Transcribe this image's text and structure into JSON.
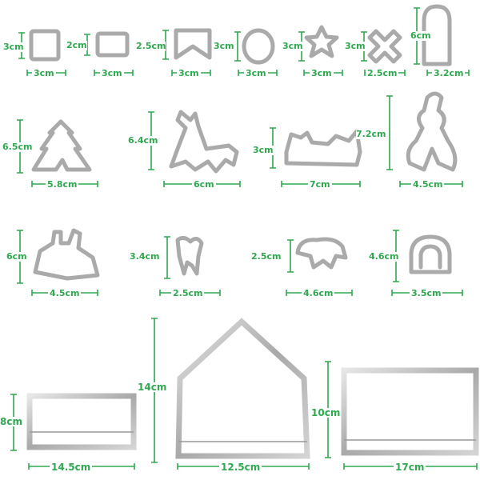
{
  "accent_color": "#2fa84f",
  "cutter_color": "#b8b8b8",
  "items": [
    {
      "name": "square-cutter",
      "height": "3cm",
      "width": "3cm"
    },
    {
      "name": "rectangle-cutter",
      "height": "2cm",
      "width": "3cm"
    },
    {
      "name": "roof-cutter",
      "height": "2.5cm",
      "width": "3cm"
    },
    {
      "name": "round-cutter",
      "height": "3cm",
      "width": "3cm"
    },
    {
      "name": "star-cutter",
      "height": "3cm",
      "width": "3cm"
    },
    {
      "name": "cross-cutter",
      "height": "3cm",
      "width": "2.5cm"
    },
    {
      "name": "arch-door-cutter",
      "height": "6cm",
      "width": "3.2cm"
    },
    {
      "name": "tree-cutter",
      "height": "6.5cm",
      "width": "5.8cm"
    },
    {
      "name": "reindeer-cutter",
      "height": "6.4cm",
      "width": "6cm"
    },
    {
      "name": "sleigh-cutter",
      "height": "3cm",
      "width": "7cm"
    },
    {
      "name": "snowman-cutter",
      "height": "7.2cm",
      "width": "4.5cm"
    },
    {
      "name": "bunny-cutter",
      "height": "6cm",
      "width": "4.5cm"
    },
    {
      "name": "tooth-cutter",
      "height": "3.4cm",
      "width": "2.5cm"
    },
    {
      "name": "sheep-cutter",
      "height": "2.5cm",
      "width": "4.6cm"
    },
    {
      "name": "horseshoe-cutter",
      "height": "4.6cm",
      "width": "3.5cm"
    },
    {
      "name": "wall-rectangle-cutter",
      "height": "8cm",
      "width": "14.5cm"
    },
    {
      "name": "house-cutter",
      "height": "14cm",
      "width": "12.5cm"
    },
    {
      "name": "wide-rectangle-cutter",
      "height": "10cm",
      "width": "17cm"
    }
  ]
}
